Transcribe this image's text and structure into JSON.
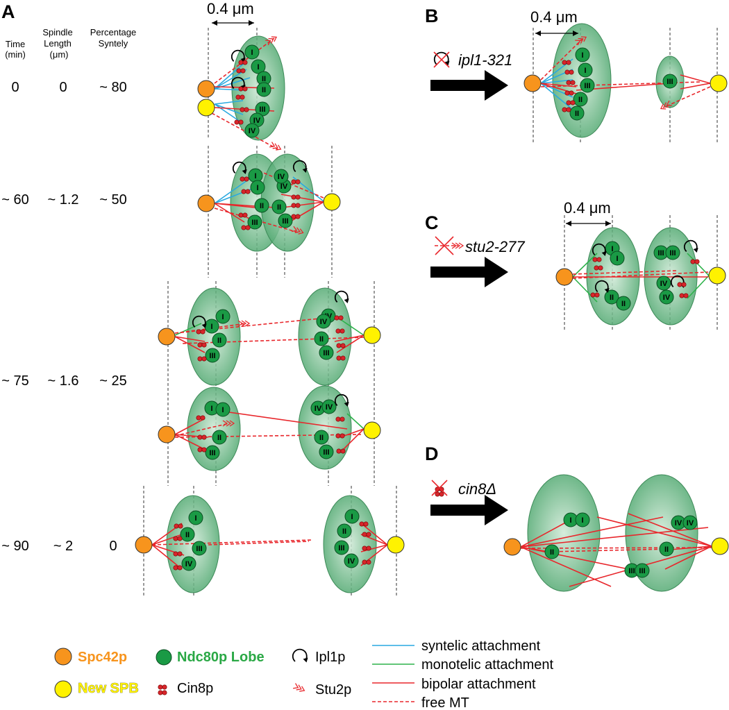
{
  "panels": {
    "A": "A",
    "B": "B",
    "C": "C",
    "D": "D"
  },
  "headers": {
    "time": [
      "Time",
      "(min)"
    ],
    "spindle": [
      "Spindle",
      "Length",
      "(μm)"
    ],
    "syntely": [
      "Percentage",
      "Syntely"
    ]
  },
  "rows": [
    {
      "time": "0",
      "length": "0",
      "syntely": "~ 80"
    },
    {
      "time": "~ 60",
      "length": "~ 1.2",
      "syntely": "~ 50"
    },
    {
      "time": "~ 75",
      "length": "~ 1.6",
      "syntely": "~ 25"
    },
    {
      "time": "~ 90",
      "length": "~ 2",
      "syntely": "0"
    }
  ],
  "scale": "0.4 μm",
  "mutants": {
    "b": "ipl1-321",
    "c": "stu2-277",
    "d": "cin8Δ"
  },
  "roman": [
    "I",
    "II",
    "III",
    "IV"
  ],
  "legend": {
    "spc42p": "Spc42p",
    "new_spb": "New SPB",
    "ndc80p": "Ndc80p Lobe",
    "cin8p": "Cin8p",
    "ipl1p": "Ipl1p",
    "stu2p": "Stu2p",
    "syntelic": "syntelic attachment",
    "monotelic": "monotelic attachment",
    "bipolar": "bipolar attachment",
    "free": "free MT"
  },
  "colors": {
    "spc42p": "#f7941d",
    "new_spb": "#fff200",
    "kinetochore": "#1a9a45",
    "lobe": "#4aa56b",
    "cin8p": "#d7262b",
    "syntelic": "#29a9e0",
    "monotelic": "#2db24a",
    "bipolar": "#e8262b",
    "ndc80_text": "#2aa845",
    "spc42_text": "#f7941d"
  }
}
